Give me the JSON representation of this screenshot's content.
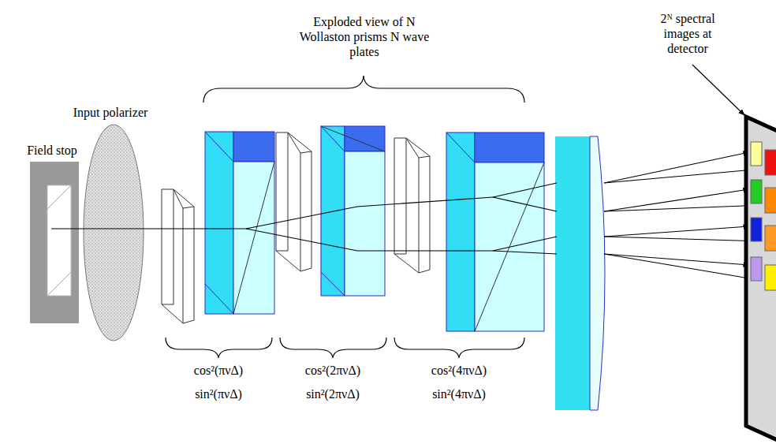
{
  "diagram": {
    "labels": [
      "Field stop",
      "Input polarizer",
      "Exploded view of N Wollaston prisms N wave plates",
      "2ᴺ spectral images at detector",
      "cos²(πνΔ)",
      "sin²(πνΔ)",
      "cos²(2πνΔ)",
      "sin²(2πνΔ)",
      "cos²(4πνΔ)",
      "sin²(4πνΔ)"
    ]
  }
}
